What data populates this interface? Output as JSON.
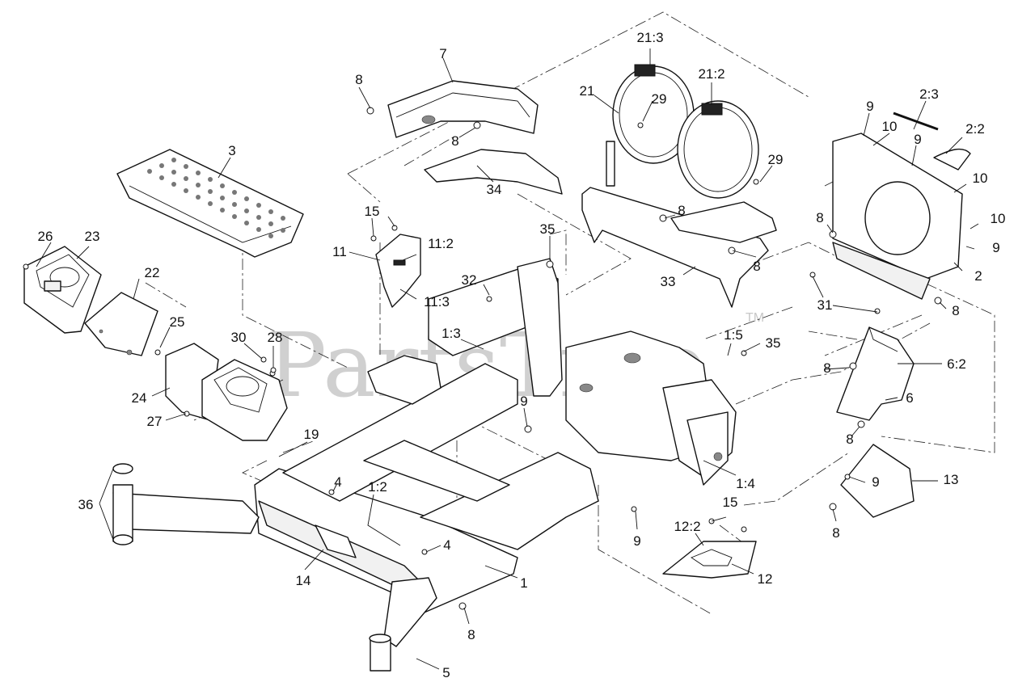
{
  "watermark": {
    "text": "PartsTree",
    "tm": "TM"
  },
  "callouts": [
    {
      "id": "c-7",
      "label": "7"
    },
    {
      "id": "c-8a",
      "label": "8"
    },
    {
      "id": "c-8b",
      "label": "8"
    },
    {
      "id": "c-21-3",
      "label": "21:3"
    },
    {
      "id": "c-21",
      "label": "21"
    },
    {
      "id": "c-29a",
      "label": "29"
    },
    {
      "id": "c-21-2",
      "label": "21:2"
    },
    {
      "id": "c-9a",
      "label": "9"
    },
    {
      "id": "c-2-3",
      "label": "2:3"
    },
    {
      "id": "c-10a",
      "label": "10"
    },
    {
      "id": "c-9b",
      "label": "9"
    },
    {
      "id": "c-2-2",
      "label": "2:2"
    },
    {
      "id": "c-3",
      "label": "3"
    },
    {
      "id": "c-34",
      "label": "34"
    },
    {
      "id": "c-29b",
      "label": "29"
    },
    {
      "id": "c-10b",
      "label": "10"
    },
    {
      "id": "c-8c",
      "label": "8"
    },
    {
      "id": "c-10c",
      "label": "10"
    },
    {
      "id": "c-15a",
      "label": "15"
    },
    {
      "id": "c-35a",
      "label": "35"
    },
    {
      "id": "c-8d",
      "label": "8"
    },
    {
      "id": "c-9c",
      "label": "9"
    },
    {
      "id": "c-26",
      "label": "26"
    },
    {
      "id": "c-23",
      "label": "23"
    },
    {
      "id": "c-11",
      "label": "11"
    },
    {
      "id": "c-11-2",
      "label": "11:2"
    },
    {
      "id": "c-8e",
      "label": "8"
    },
    {
      "id": "c-22",
      "label": "22"
    },
    {
      "id": "c-32",
      "label": "32"
    },
    {
      "id": "c-33",
      "label": "33"
    },
    {
      "id": "c-2",
      "label": "2"
    },
    {
      "id": "c-11-3",
      "label": "11:3"
    },
    {
      "id": "c-31",
      "label": "31"
    },
    {
      "id": "c-8f",
      "label": "8"
    },
    {
      "id": "c-25",
      "label": "25"
    },
    {
      "id": "c-1-3",
      "label": "1:3"
    },
    {
      "id": "c-30",
      "label": "30"
    },
    {
      "id": "c-28",
      "label": "28"
    },
    {
      "id": "c-1-5",
      "label": "1:5"
    },
    {
      "id": "c-35b",
      "label": "35"
    },
    {
      "id": "c-8g",
      "label": "8"
    },
    {
      "id": "c-6-2",
      "label": "6:2"
    },
    {
      "id": "c-24",
      "label": "24"
    },
    {
      "id": "c-9d",
      "label": "9"
    },
    {
      "id": "c-6",
      "label": "6"
    },
    {
      "id": "c-27",
      "label": "27"
    },
    {
      "id": "c-19",
      "label": "19"
    },
    {
      "id": "c-8h",
      "label": "8"
    },
    {
      "id": "c-13",
      "label": "13"
    },
    {
      "id": "c-9e",
      "label": "9"
    },
    {
      "id": "c-1-4",
      "label": "1:4"
    },
    {
      "id": "c-4a",
      "label": "4"
    },
    {
      "id": "c-1-2",
      "label": "1:2"
    },
    {
      "id": "c-36",
      "label": "36"
    },
    {
      "id": "c-15b",
      "label": "15"
    },
    {
      "id": "c-12-2",
      "label": "12:2"
    },
    {
      "id": "c-8i",
      "label": "8"
    },
    {
      "id": "c-9f",
      "label": "9"
    },
    {
      "id": "c-4b",
      "label": "4"
    },
    {
      "id": "c-12",
      "label": "12"
    },
    {
      "id": "c-14",
      "label": "14"
    },
    {
      "id": "c-1",
      "label": "1"
    },
    {
      "id": "c-8j",
      "label": "8"
    },
    {
      "id": "c-5",
      "label": "5"
    }
  ]
}
